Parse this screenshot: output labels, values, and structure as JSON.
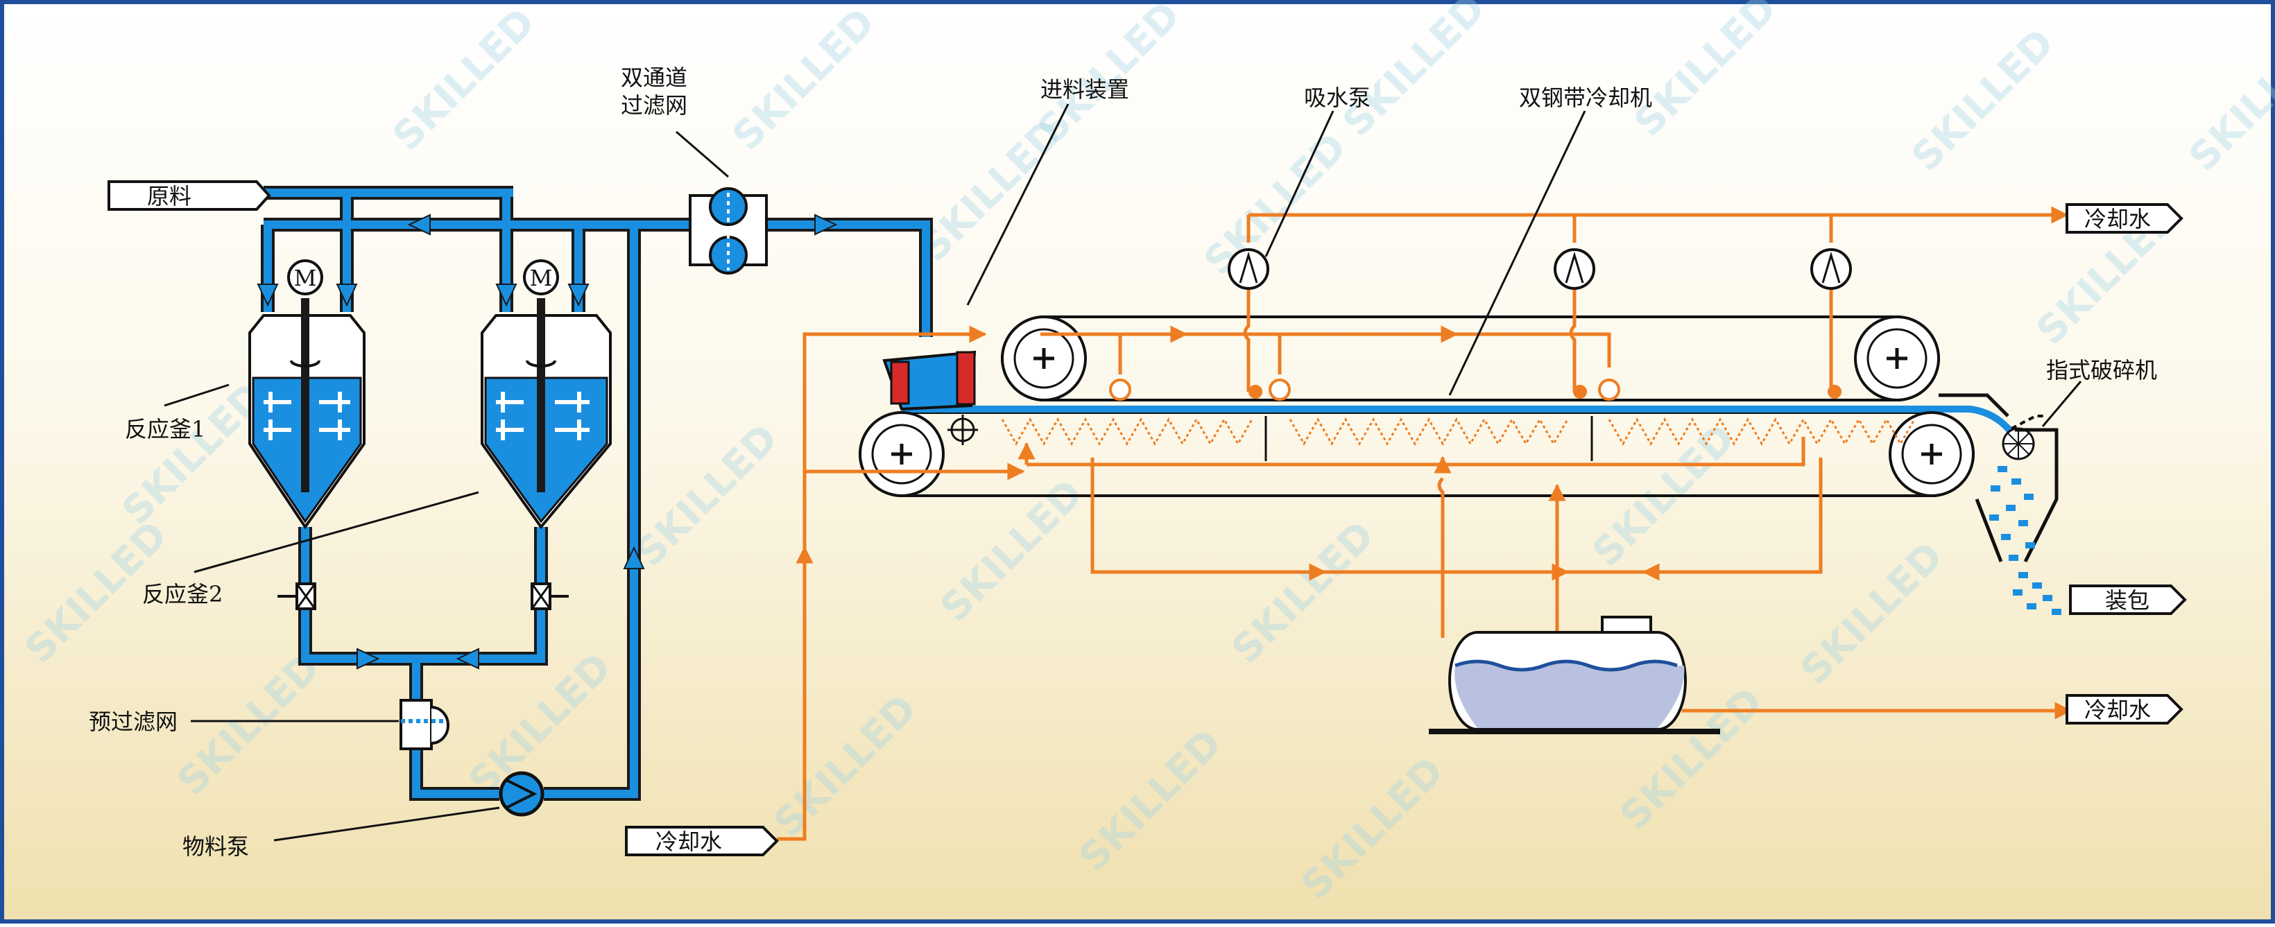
{
  "labels": {
    "raw_material": "原料",
    "dual_filter_line1": "双通道",
    "dual_filter_line2": "过滤网",
    "feeding_device": "进料装置",
    "suction_pump": "吸水泵",
    "double_steel_belt_cooler": "双钢带冷却机",
    "cooling_water_top": "冷却水",
    "finger_crusher": "指式破碎机",
    "packing": "装包",
    "cooling_water_right": "冷却水",
    "cooling_water_bottom": "冷却水",
    "reactor1": "反应釜1",
    "reactor2": "反应釜2",
    "pre_filter": "预过滤网",
    "material_pump": "物料泵",
    "motor1": "M",
    "motor2": "M",
    "watermark": "SKILLED"
  },
  "colors": {
    "frame": "#1f4f9c",
    "pipe_blue": "#1a8fe0",
    "water_orange": "#ee7d22",
    "bg_top": "#ffffff",
    "bg_bottom": "#f2e4b4",
    "tank_fill": "#b8c2e0"
  }
}
